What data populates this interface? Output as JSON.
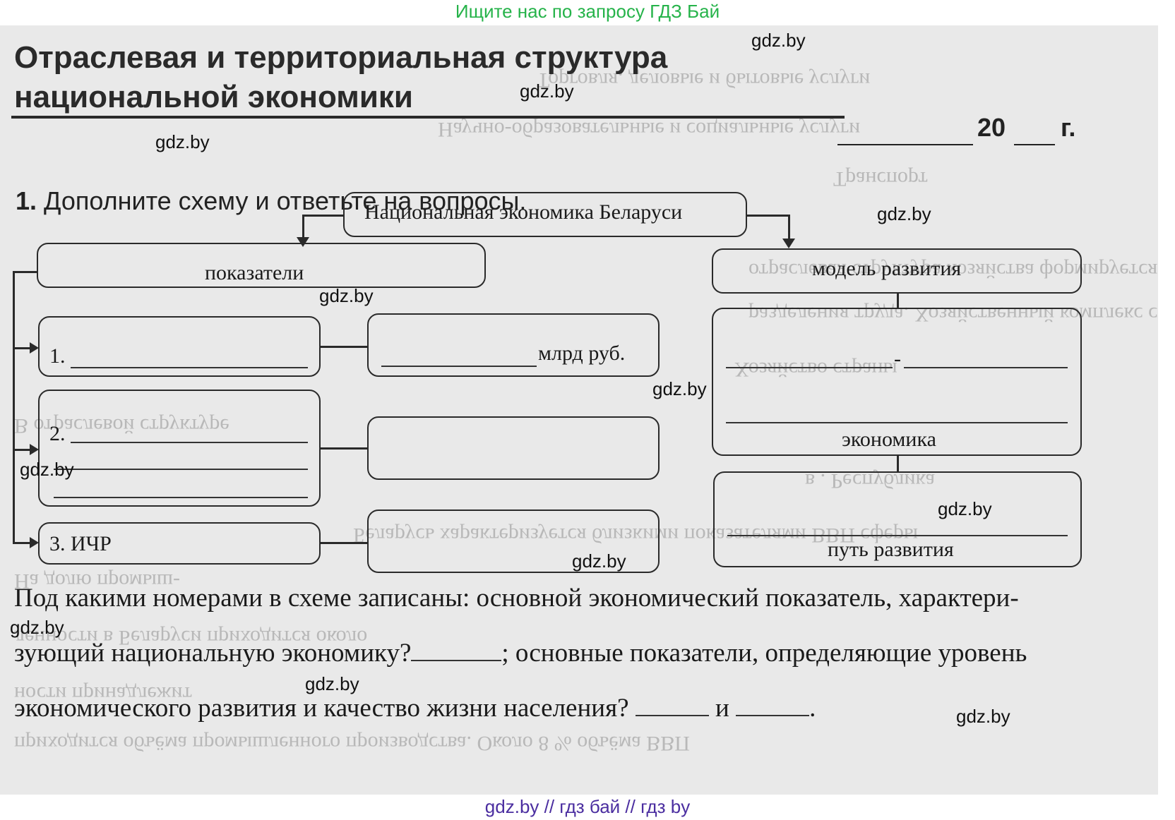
{
  "banners": {
    "top": "Ищите нас по запросу ГДЗ Бай",
    "bottom": "gdz.by  //  гдз бай  //  гдз by"
  },
  "watermark": "gdz.by",
  "title": {
    "line1": "Отраслевая и территориальная структура",
    "line2": "национальной экономики",
    "year_prefix": "20",
    "year_suffix": "г."
  },
  "task": {
    "number": "1.",
    "text": "Дополните схему и ответьте на вопросы."
  },
  "scheme": {
    "root": "Национальная экономика Беларуси",
    "left_header": "показатели",
    "right_header": "модель развития",
    "items": [
      "1.",
      "2.",
      "3. ИЧР"
    ],
    "value_unit": "млрд руб.",
    "dash": "-",
    "right_middle": "экономика",
    "right_bottom": "путь развития"
  },
  "question": {
    "line1": "Под какими номерами в схеме записаны: основной экономический показатель, характери-",
    "line2a": "зующий национальную экономику?",
    "line2b": "; основные показатели, определяющие уровень",
    "line3a": "экономического развития и качество жизни населения?",
    "line3_and": "и",
    "line3_end": "."
  }
}
